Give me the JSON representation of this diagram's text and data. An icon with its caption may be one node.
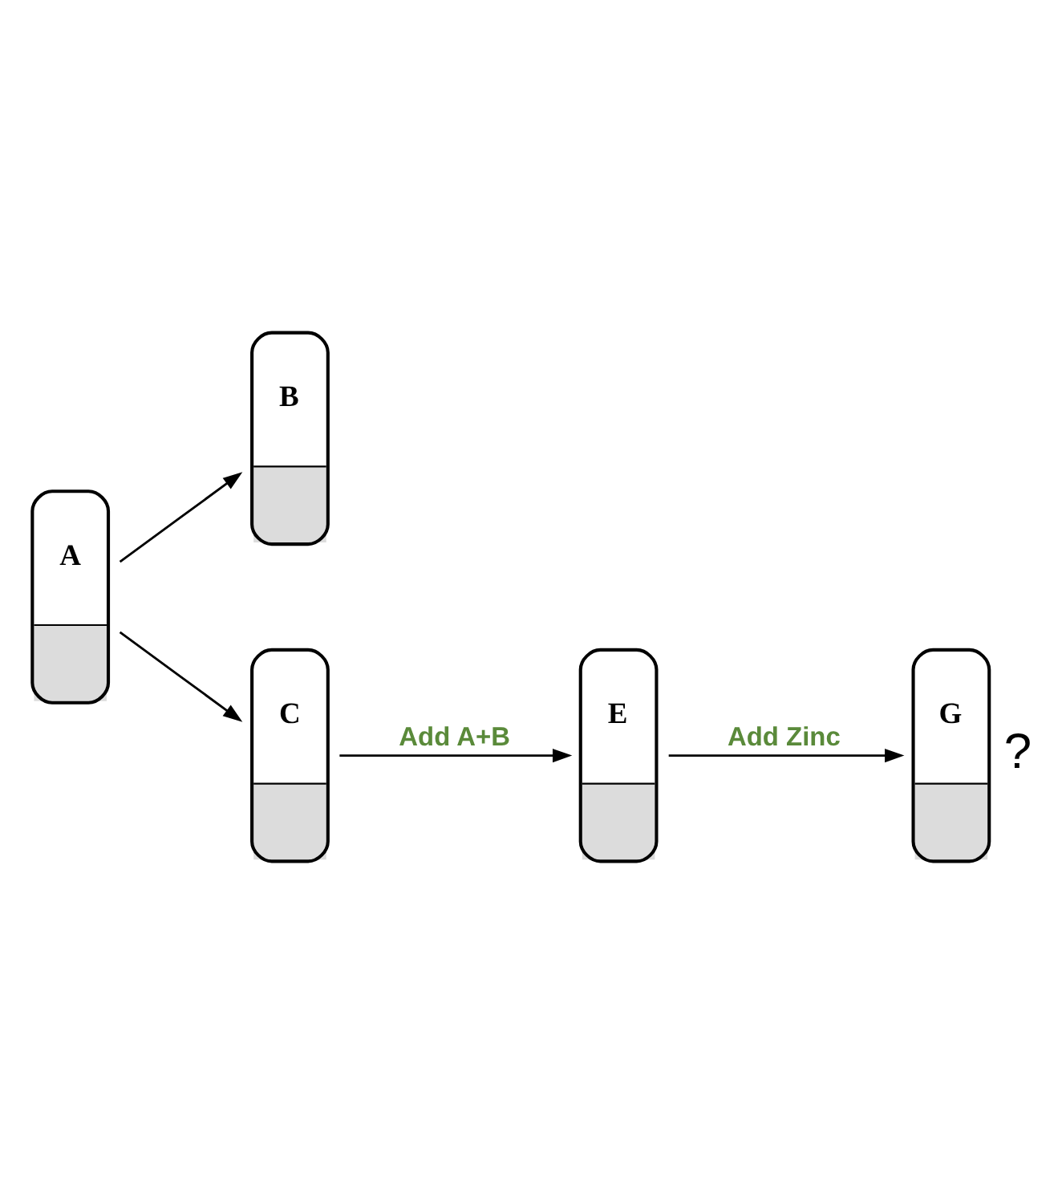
{
  "diagram": {
    "nodes": [
      {
        "text": [
          "A"
        ]
      },
      {
        "text": [
          "B"
        ]
      },
      {
        "text": [
          "C"
        ]
      },
      {
        "text": [
          "E"
        ]
      },
      {
        "text": [
          "G"
        ],
        "beside": [
          "?"
        ]
      }
    ],
    "edges": [
      {
        "from": 0,
        "to": 1,
        "arrow": "to"
      },
      {
        "from": 0,
        "to": 2,
        "arrow": "to"
      },
      {
        "from": 2,
        "to": 3,
        "arrow": "to",
        "label": "Add A+B"
      },
      {
        "from": 3,
        "to": 4,
        "arrow": "to",
        "label": "Add Zinc"
      }
    ]
  }
}
